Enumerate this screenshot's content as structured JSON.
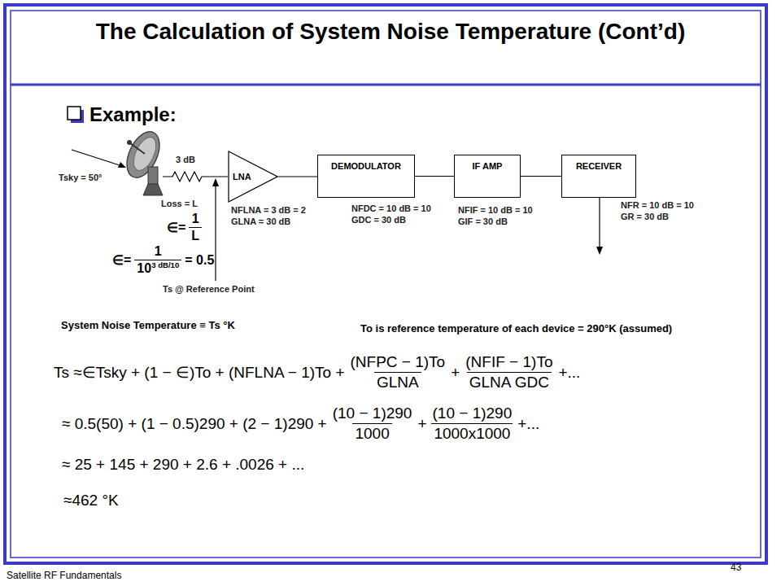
{
  "diagram": {
    "title": "The Calculation of System Noise Temperature (Cont’d)",
    "nodes": [
      {
        "text": [
          "LNA"
        ]
      },
      {
        "text": [
          "DEMODULATOR"
        ]
      },
      {
        "text": [
          "IF AMP"
        ]
      },
      {
        "text": [
          "RECEIVER"
        ]
      }
    ],
    "edges": [
      {
        "from": 0,
        "to": 1,
        "arrow": "none"
      },
      {
        "from": 1,
        "to": 2,
        "arrow": "none"
      },
      {
        "from": 2,
        "to": 3,
        "arrow": "none"
      }
    ],
    "labels": [
      "Example:",
      "Tsky = 50°",
      "3 dB",
      "Loss = L",
      "∈=",
      "1",
      "L",
      "∈=",
      "1",
      "10",
      "3 dB/10",
      "= 0.5",
      "Ts @ Reference Point",
      "NFLNA = 3 dB = 2",
      "GLNA = 30 dB",
      "NFDC = 10 dB = 10",
      "GDC = 30 dB",
      "NFIF = 10 dB = 10",
      "GIF = 30 dB",
      "NFR = 10 dB = 10",
      "GR = 30 dB",
      "System Noise Temperature ≡ Ts °K",
      "To is reference temperature of each device = 290°K (assumed)",
      "Ts ≈∈Tsky + (1 − ∈)To + (NFLNA − 1)To +",
      "(NFPC − 1)To",
      "GLNA",
      "+",
      "(NFIF − 1)To",
      "GLNA GDC",
      "+...",
      "≈ 0.5(50) + (1 − 0.5)290 + (2 − 1)290 +",
      "(10 − 1)290",
      "1000",
      "+",
      "(10 − 1)290",
      "1000x1000",
      "+...",
      "≈ 25 + 145 + 290 + 2.6 + .0026 + ...",
      "≈462 °K",
      "Satellite RF Fundamentals",
      "43"
    ]
  }
}
